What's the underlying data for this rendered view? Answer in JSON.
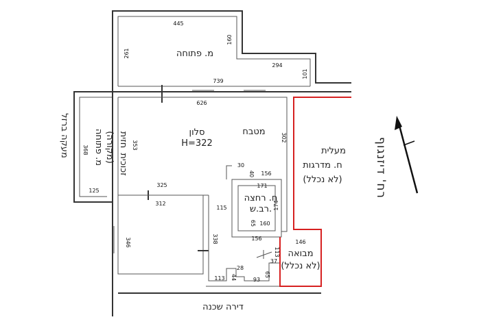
{
  "dimensions": {
    "top_width": "445",
    "top_right_wall": "160",
    "balcony_left": "261",
    "step_width": "294",
    "step_height": "101",
    "main_width": "739",
    "living_width": "626",
    "living_right": "302",
    "living_left": "353",
    "sunroom_height": "368",
    "sunroom_width": "125",
    "hall_width": "325",
    "bedroom_width": "312",
    "bedroom_height": "346",
    "bedroom_right": "338",
    "corridor": "115",
    "bath_top": "171",
    "bath_side": "174",
    "bath_bottom": "160",
    "bath_left": "65",
    "bath_corner_w": "30",
    "bath_corner_h": "40",
    "bath_top_outer": "156",
    "bath_bottom_outer": "156",
    "entry_width": "146",
    "entry_seg_a": "113",
    "entry_seg_b": "37",
    "entry_seg_c": "65",
    "entry_seg_d": "93",
    "entry_seg_e": "28",
    "entry_seg_f": "44",
    "entry_seg_g": "113"
  },
  "labels": {
    "open_balcony": "מ. פתוחה",
    "living_room": "סלון",
    "living_height": "H=322",
    "kitchen": "מטבח",
    "sunroom_line1": "מ. פתוחה",
    "sunroom_line2": "(מקורה)",
    "iron_railing": "מעקה ברזל",
    "kitchen_window_line1": "חזית",
    "kitchen_window_line2": "זכוכית",
    "staircase_line1": "מעלית",
    "staircase_line2": "ח. מדרגות",
    "staircase_line3": "(לא נכלל)",
    "bathroom_line1": "ח. רחצה",
    "bathroom_line2": "רב.ש.",
    "entrance_line1": "מבואה",
    "entrance_line2": "(לא נכלל)",
    "neighbor_apartment": "דירה שכנה",
    "street": "רח' דיזנגוף"
  }
}
